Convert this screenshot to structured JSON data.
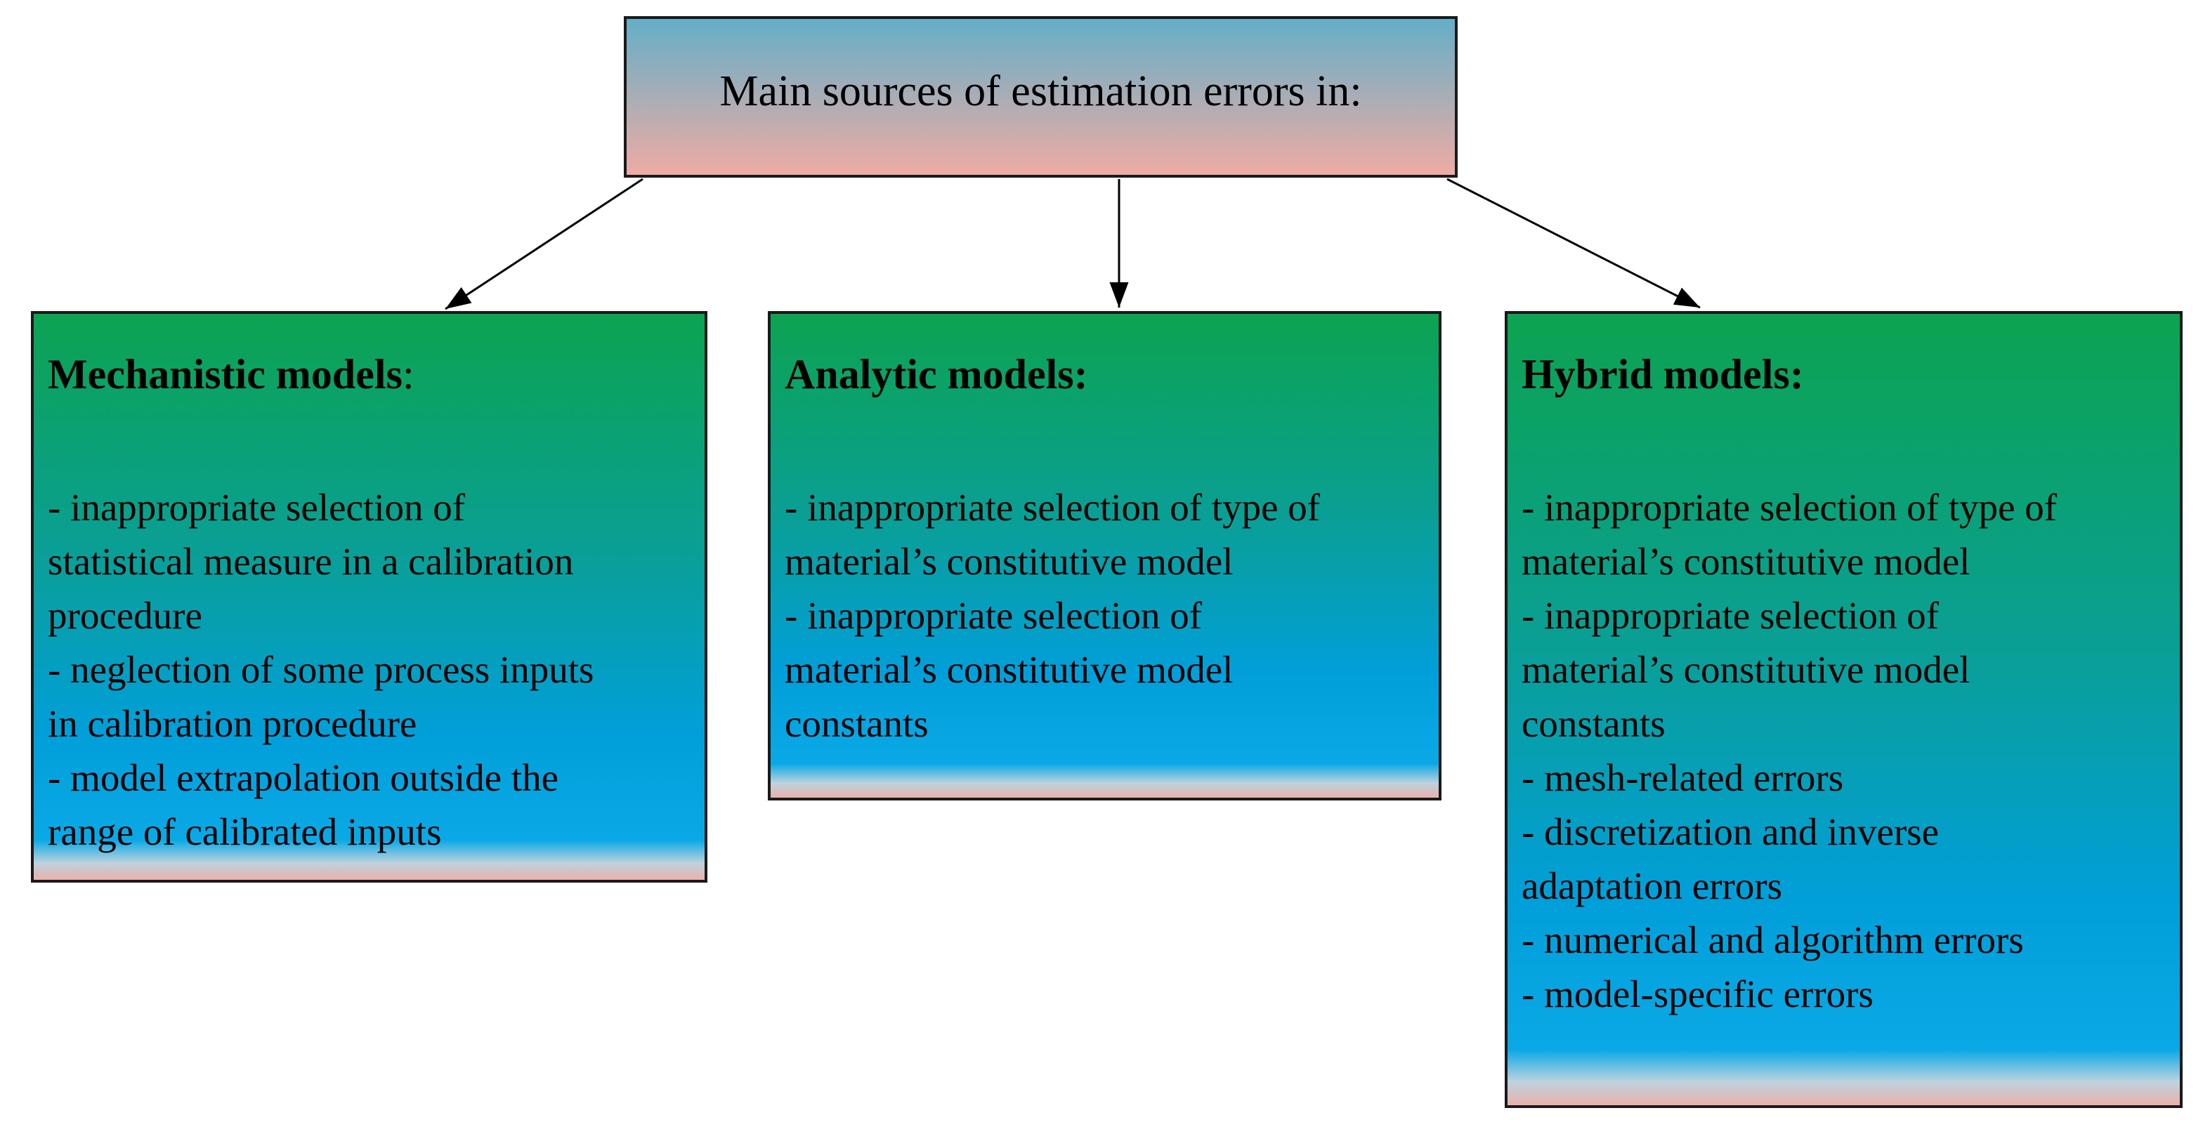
{
  "colors": {
    "background": "#ffffff",
    "border": "#1a1a1a",
    "text": "#000000",
    "top-box-top": "#64aec7",
    "top-box-bottom": "#eeaca4",
    "box-green": "#0ca351",
    "box-teal": "#0a9f95",
    "box-blue": "#019fd9",
    "box-blue-bright": "#0aa9e6",
    "box-fade-light": "#bdd2de",
    "box-pink": "#e9b2aa"
  },
  "header": {
    "title": "Main sources of estimation errors in:"
  },
  "boxes": [
    {
      "id": "mechanistic",
      "title": "Mechanistic models",
      "title_colon": ":",
      "lines": [
        "- inappropriate selection of",
        "statistical measure in a calibration",
        "procedure",
        "- neglection of some process inputs",
        "in calibration procedure",
        "- model extrapolation outside the",
        "range of calibrated inputs"
      ]
    },
    {
      "id": "analytic",
      "title": "Analytic models:",
      "title_colon": "",
      "lines": [
        "- inappropriate selection of type of",
        "material’s constitutive model",
        "- inappropriate selection of",
        "material’s constitutive model",
        "constants"
      ]
    },
    {
      "id": "hybrid",
      "title": "Hybrid models:",
      "title_colon": "",
      "lines": [
        "- inappropriate selection of type of",
        "material’s constitutive model",
        "- inappropriate selection of",
        "material’s constitutive model",
        "constants",
        "- mesh-related errors",
        "- discretization and inverse",
        "adaptation errors",
        "- numerical and algorithm errors",
        "- model-specific errors"
      ]
    }
  ]
}
